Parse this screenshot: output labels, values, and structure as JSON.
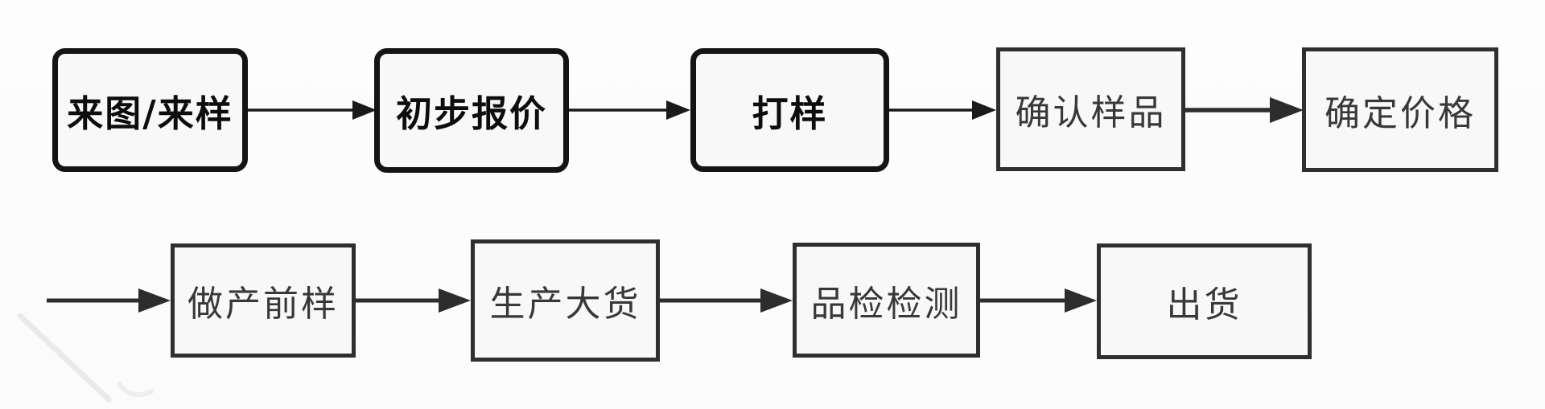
{
  "flowchart": {
    "rows": [
      {
        "nodes": [
          {
            "label": "来图/来样"
          },
          {
            "label": "初步报价"
          },
          {
            "label": "打样"
          },
          {
            "label": "确认样品"
          },
          {
            "label": "确定价格"
          }
        ]
      },
      {
        "nodes": [
          {
            "label": "做产前样"
          },
          {
            "label": "生产大货"
          },
          {
            "label": "品检检测"
          },
          {
            "label": "出货"
          }
        ]
      }
    ],
    "colors": {
      "background": "#fcfcfc",
      "node_fill": "#f8f8f8",
      "node_border_black": "#141414",
      "node_border_gray": "#2f2f2f",
      "arrow_thin": "#1a1a1a",
      "arrow_thick": "#2d2d2d",
      "text_black": "#0d0d0d",
      "text_gray": "#383838"
    }
  }
}
